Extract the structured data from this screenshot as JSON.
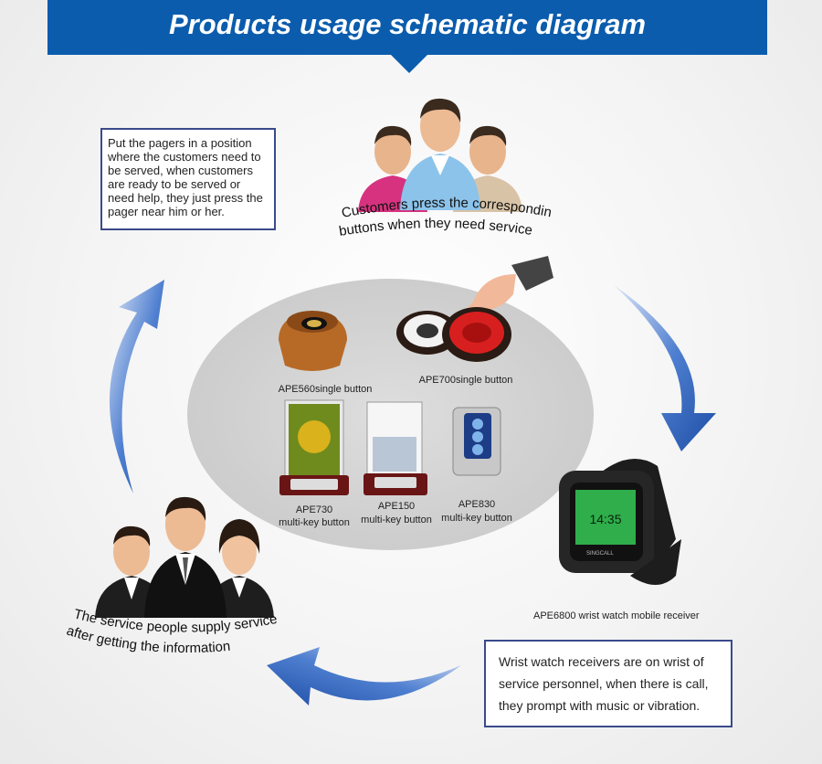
{
  "title": "Products usage schematic diagram",
  "note_top": "Put the pagers in a position where the customers need to be served, when customers are ready to be served or need help, they just press the pager near him or her.",
  "customers_line1": "Customers press the corresponding",
  "customers_line2": "buttons when they need service",
  "service_line1": "The service people supply service",
  "service_line2": "after  getting the information",
  "note_bottom": "Wrist watch receivers are on wrist of service personnel, when there is call, they prompt with music or vibration.",
  "products": {
    "ape560": "APE560single button",
    "ape700": "APE700single button",
    "ape730_name": "APE730",
    "ape730_type": "multi-key button",
    "ape150_name": "APE150",
    "ape150_type": "multi-key button",
    "ape830_name": "APE830",
    "ape830_type": "multi-key button"
  },
  "watch_label": "APE6800 wrist watch mobile receiver",
  "watch_time": "14:35",
  "watch_brand": "SINGCALL",
  "colors": {
    "banner": "#0b5cad",
    "arrow": "#2f5fb8",
    "box_border": "#3a4a8a"
  }
}
